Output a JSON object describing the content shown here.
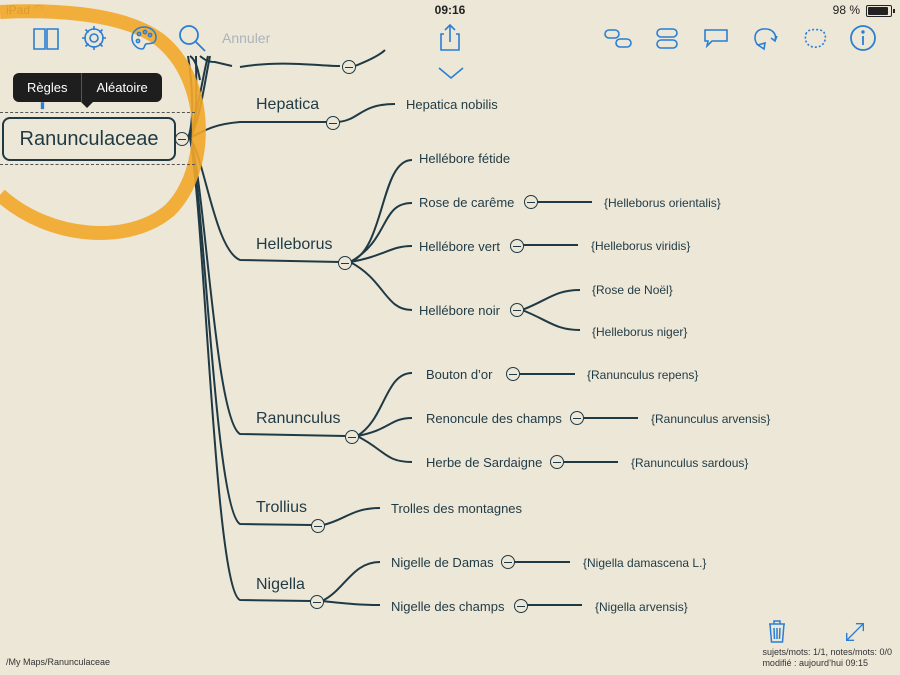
{
  "status": {
    "device": "iPad",
    "time": "09:16",
    "battery": "98 %"
  },
  "toolbar": {
    "cancel_label": "Annuler",
    "accent_color": "#2a7fd4"
  },
  "popover": {
    "rules_label": "Règles",
    "random_label": "Aléatoire"
  },
  "map": {
    "root": "Ranunculaceae",
    "hepatica": {
      "label": "Hepatica",
      "children": [
        "Hepatica nobilis"
      ]
    },
    "helleborus": {
      "label": "Helleborus",
      "children": [
        {
          "label": "Hellébore fétide"
        },
        {
          "label": "Rose de carême",
          "note": "{Helleborus orientalis}"
        },
        {
          "label": "Hellébore vert",
          "note": "{Helleborus viridis}"
        },
        {
          "label": "Hellébore noir",
          "notes": [
            "{Rose de Noël}",
            "{Helleborus niger}"
          ]
        }
      ]
    },
    "ranunculus": {
      "label": "Ranunculus",
      "children": [
        {
          "label": "Bouton d’or",
          "note": "{Ranunculus repens}"
        },
        {
          "label": "Renoncule des champs",
          "note": "{Ranunculus arvensis}"
        },
        {
          "label": "Herbe de Sardaigne",
          "note": "{Ranunculus sardous}"
        }
      ]
    },
    "trollius": {
      "label": "Trollius",
      "children": [
        "Trolles des montagnes"
      ]
    },
    "nigella": {
      "label": "Nigella",
      "children": [
        {
          "label": "Nigelle de Damas",
          "note": "{Nigella damascena L.}"
        },
        {
          "label": "Nigelle des champs",
          "note": "{Nigella arvensis}"
        }
      ]
    }
  },
  "footer": {
    "path": "/My Maps/Ranunculaceae",
    "stats": "sujets/mots: 1/1, notes/mots: 0/0",
    "modified": "modifié : aujourd’hui 09:15"
  },
  "colors": {
    "line": "#1f3a44",
    "highlight": "#f2a72a",
    "background": "#ede7d8"
  }
}
